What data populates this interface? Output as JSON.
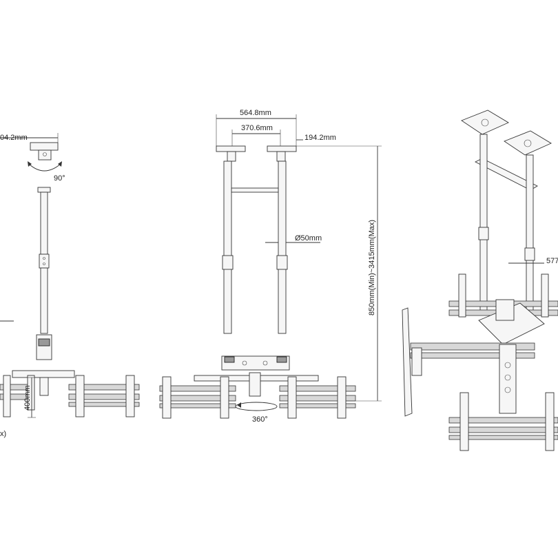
{
  "dimensions": {
    "left_top_width": "04.2mm",
    "left_rotation": "90°",
    "left_height": "400mm",
    "left_cut": "x)",
    "mid_outer_width": "564.8mm",
    "mid_inner_width": "370.6mm",
    "mid_plate_width": "194.2mm",
    "mid_pole_diameter": "Ø50mm",
    "mid_rotation": "360°",
    "mid_height_range": "850mm(Min)~3415mm(Max)",
    "right_cut": "577"
  },
  "colors": {
    "line": "#333333",
    "fill": "#f6f6f6",
    "dark": "#9a9a9a"
  }
}
